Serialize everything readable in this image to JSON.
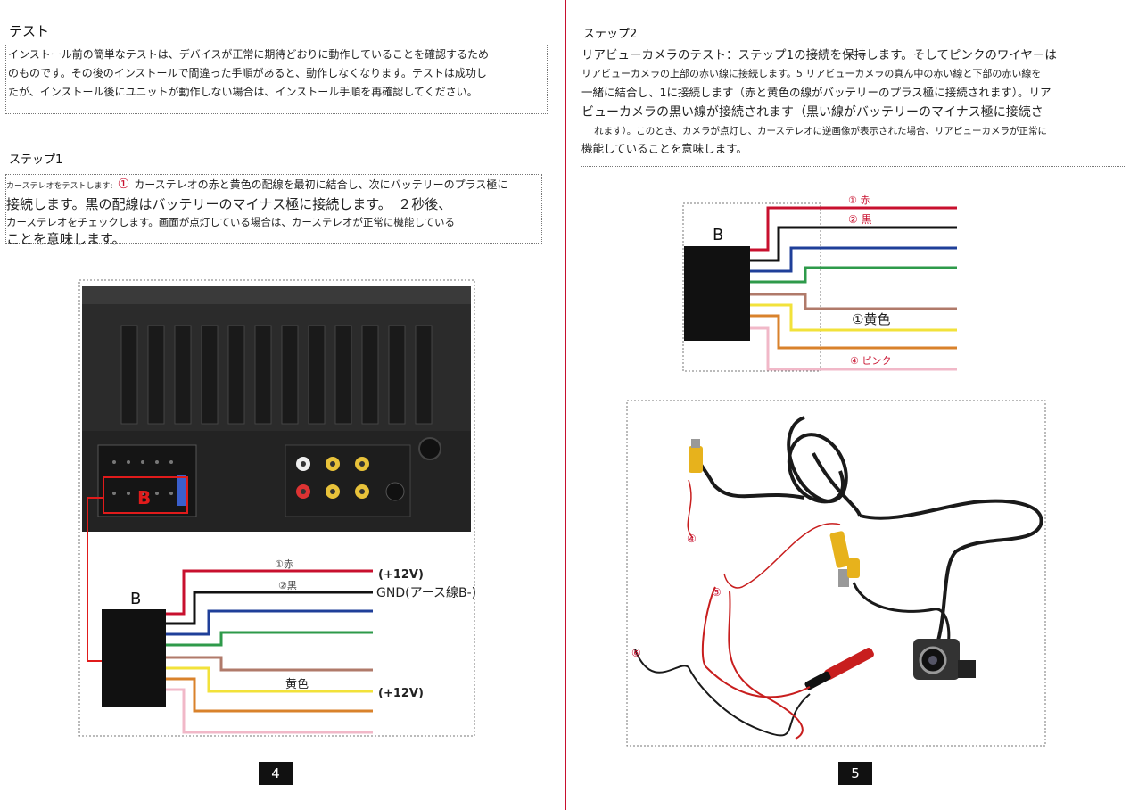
{
  "left": {
    "test_title": "テスト",
    "intro": [
      "インストール前の簡単なテストは、デバイスが正常に期待どおりに動作していることを確認するため",
      "のものです。その後のインストールで間違った手順があると、動作しなくなります。テストは成功し",
      "たが、インストール後にユニットが動作しない場合は、インストール手順を再確認してください。"
    ],
    "step1_title": "ステップ1",
    "step1_prefix": "カーステレオをテストします:",
    "step1_marker": "①",
    "step1_line1": "カーステレオの赤と黄色の配線を最初に結合し、次にバッテリーのプラス極に",
    "step1_line2": "接続します。黒の配線はバッテリーのマイナス極に接続します。　２秒後、",
    "step1_line3": "カーステレオをチェックします。画面が点灯している場合は、カーステレオが正常に機能している",
    "step1_line4": "ことを意味します。",
    "diagram": {
      "connector_label_photo": "B",
      "connector_label": "B",
      "wire_red": "①赤",
      "wire_black": "②黒",
      "wire_yellow": "黄色",
      "plus12_top": "(+12V)",
      "gnd": "GND(アース線B-)",
      "plus12_bottom": "(+12V)"
    },
    "page_number": "4"
  },
  "right": {
    "step2_title": "ステップ2",
    "line1": "リアビューカメラのテスト：ステップ1の接続を保持します。そしてピンクのワイヤーは",
    "line2": "リアビューカメラの上部の赤い線に接続します。5 リアビューカメラの真ん中の赤い線と下部の赤い線を",
    "line3": "一緒に結合し、1に接続します（赤と黄色の線がバッテリーのプラス極に接続されます）。リア",
    "line4": "ビューカメラの黒い線が接続されます（黒い線がバッテリーのマイナス極に接続さ",
    "line5": "れます）。このとき、カメラが点灯し、カーステレオに逆画像が表示された場合、リアビューカメラが正常に",
    "line6": "機能していることを意味します。",
    "diagram": {
      "connector_label": "B",
      "wire_red": "① 赤",
      "wire_black": "② 黒",
      "wire_yellow": "①黄色",
      "wire_pink": "④ ピンク"
    },
    "camera_labels": [
      "④",
      "⑤",
      "⑥"
    ],
    "page_number": "5"
  },
  "colors": {
    "red": "#c8102e",
    "black": "#111111",
    "blue": "#1f3f99",
    "green": "#2e9a4a",
    "brown": "#b07a6a",
    "yellow": "#f2e23a",
    "orange": "#d9822b",
    "pink": "#f1b8c8"
  }
}
